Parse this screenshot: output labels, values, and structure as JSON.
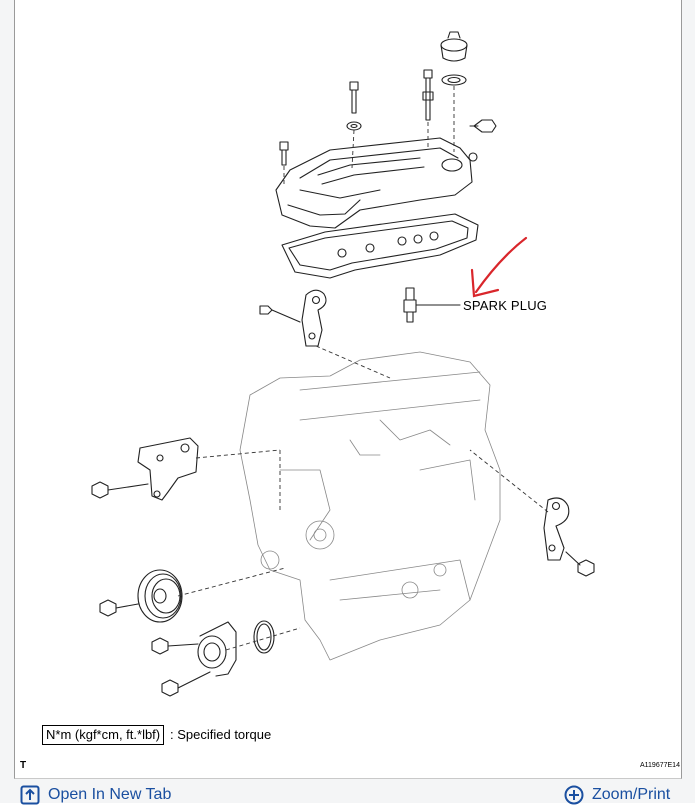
{
  "diagram": {
    "callout_label": "SPARK PLUG",
    "legend_box_text": "N*m (kgf*cm, ft.*lbf)",
    "legend_description": ": Specified torque",
    "corner_mark": "T",
    "figure_code": "A119677E14",
    "annotation_color": "#d9262b"
  },
  "actions": {
    "open_new_tab": "Open In New Tab",
    "zoom_print": "Zoom/Print"
  },
  "icons": {
    "open_new_tab": "open-in-new-tab-icon",
    "zoom_print": "zoom-plus-icon"
  }
}
